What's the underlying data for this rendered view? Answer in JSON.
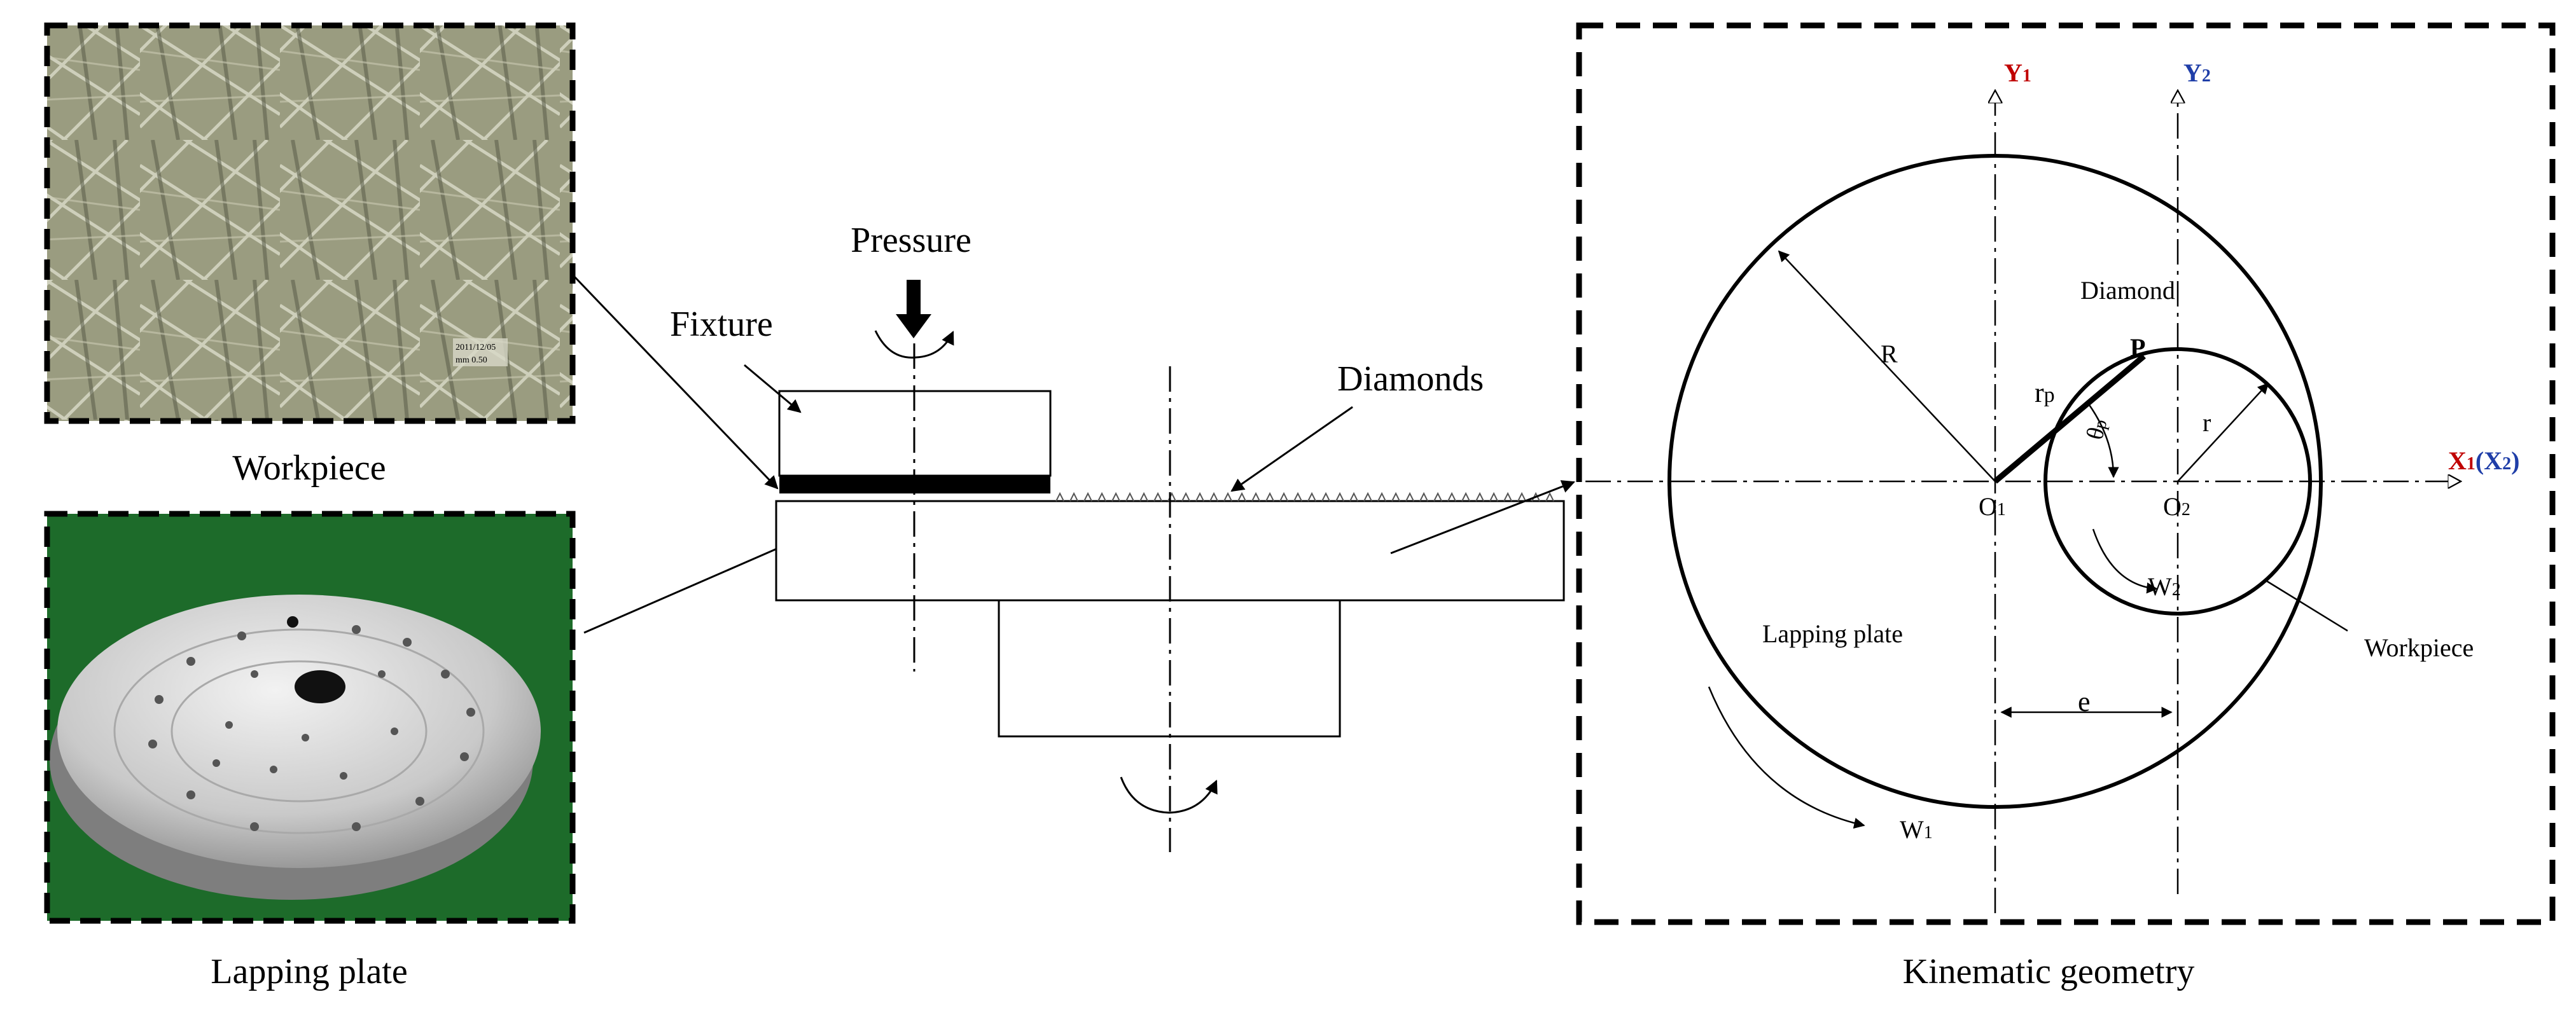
{
  "figure": {
    "labels": {
      "workpiece_caption": "Workpiece",
      "lapping_plate_caption": "Lapping plate",
      "kinematic_caption": "Kinematic geometry",
      "pressure": "Pressure",
      "fixture": "Fixture",
      "diamonds": "Diamonds"
    },
    "photo_stamp": {
      "line1": "2011/12/05",
      "line2": "mm 0.50"
    },
    "kinematic": {
      "y1": "Y",
      "y1_sub": "1",
      "y2": "Y",
      "y2_sub": "2",
      "x1": "X",
      "x1_sub": "1",
      "x2": "X",
      "x2_sub": "2",
      "R": "R",
      "r": "r",
      "rp": "r",
      "rp_sub": "p",
      "theta": "θ",
      "theta_sub": "p",
      "P": "P",
      "O1": "O",
      "O1_sub": "1",
      "O2": "O",
      "O2_sub": "2",
      "diamond": "Diamond",
      "lapping_plate": "Lapping plate",
      "workpiece": "Workpiece",
      "W1": "W",
      "W1_sub": "1",
      "W2": "W",
      "W2_sub": "2",
      "e": "e"
    },
    "colors": {
      "y1_axis_label": "#c00000",
      "x1_axis_label": "#c00000",
      "y2_axis_label": "#1f3ea8",
      "x2_axis_label": "#1f3ea8",
      "photo_green_bg": "#1d6b2a"
    }
  }
}
